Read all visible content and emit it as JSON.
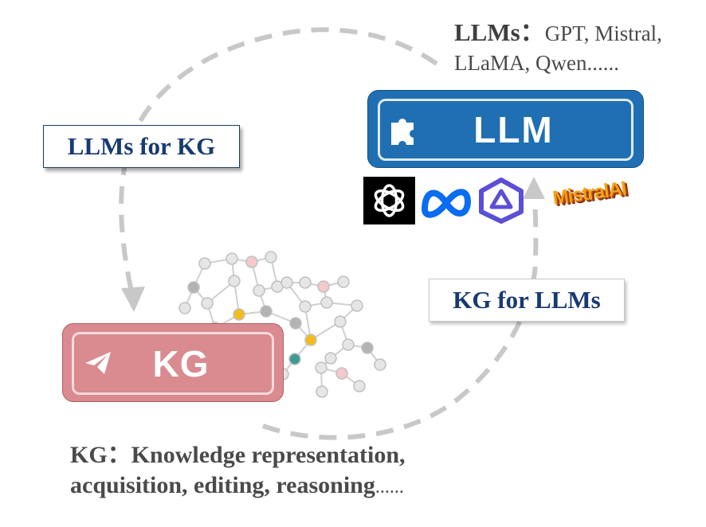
{
  "llm_caption": {
    "heading": "LLMs：",
    "line1_rest": "GPT, Mistral,",
    "line2": "LLaMA, Qwen......"
  },
  "kg_caption": {
    "heading": "KG：",
    "line1_rest": "Knowledge representation,",
    "line2_bold": "acquisition, editing, reasoning",
    "line2_tail": "......"
  },
  "llm_box": {
    "label": "LLM",
    "icon": "puzzle-icon",
    "color": "#1f6fb2"
  },
  "kg_box": {
    "label": "KG",
    "icon": "paper-plane-icon",
    "color": "#d98b90"
  },
  "labels": {
    "llms_for_kg": "LLMs for KG",
    "kg_for_llms": "KG for LLMs"
  },
  "logos": {
    "openai": "openai-logo-icon",
    "meta": "meta-logo-icon",
    "qwen": "qwen-logo-icon",
    "mistral": "MistralAI"
  },
  "colors": {
    "arrow": "#c8c8c8",
    "label_text": "#173a72",
    "graph_node": "#e6e6e6",
    "graph_node_gray": "#b3b3b3",
    "graph_node_pink": "#f5c9cc",
    "graph_node_yellow": "#f2bd1c",
    "graph_node_teal": "#3f9a95"
  }
}
